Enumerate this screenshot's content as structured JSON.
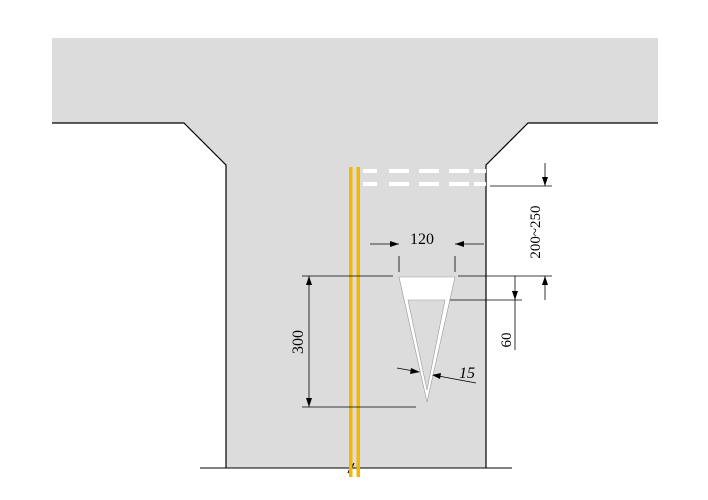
{
  "diagram": {
    "colors": {
      "road": "#dcdcdc",
      "edge": "#000000",
      "yellow_line": "#f5b800",
      "white_marking": "#ffffff",
      "triangle_outline": "#999999"
    },
    "dimensions": {
      "width_label": "120",
      "offset_label": "200~250",
      "length_label": "300",
      "head_label": "60",
      "angle_label": "15"
    }
  }
}
